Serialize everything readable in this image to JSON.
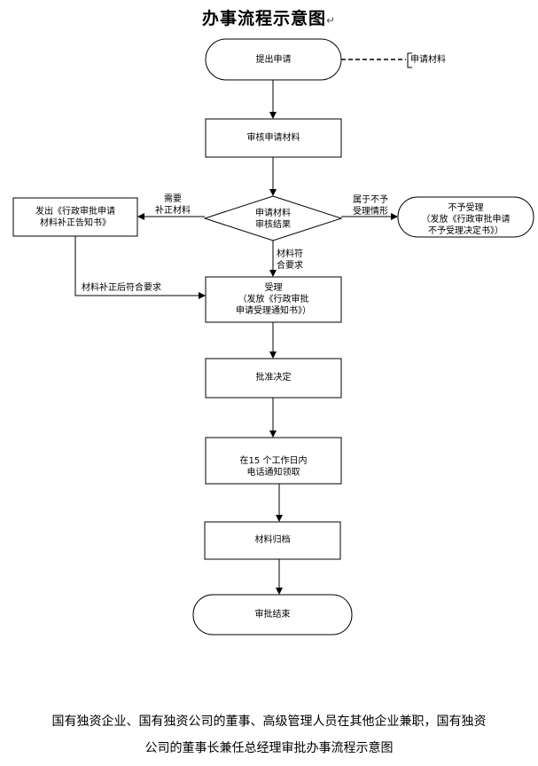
{
  "title": "办事流程示意图",
  "para_mark": "↵",
  "nodes": {
    "start": "提出申请",
    "side_material": "申请材料",
    "review": "审核申请材料",
    "decision_l1": "申请材料",
    "decision_l2": "审核结果",
    "notice_l1": "发出《行政审批申请",
    "notice_l2": "材料补正告知书》",
    "reject_l1": "不予受理",
    "reject_l2": "（发放《行政审批申请",
    "reject_l3": "不予受理决定书》）",
    "accept_l1": "受理",
    "accept_l2": "（发放《行政审批",
    "accept_l3": "申请受理通知书》）",
    "approve": "批准决定",
    "notify_l1": "在15 个工作日内",
    "notify_l2": "电话通知领取",
    "archive": "材料归档",
    "end": "审批结束"
  },
  "edge_labels": {
    "need_l1": "需要",
    "need_l2": "补正材料",
    "not_accept_l1": "属于不予",
    "not_accept_l2": "受理情形",
    "meets_l1": "材料符",
    "meets_l2": "合要求",
    "corrected": "材料补正后符合要求"
  },
  "caption": {
    "line1": "国有独资企业、国有独资公司的董事、高级管理人员在其他企业兼职，国有独资",
    "line2": "公司的董事长兼任总经理审批办事流程示意图"
  }
}
